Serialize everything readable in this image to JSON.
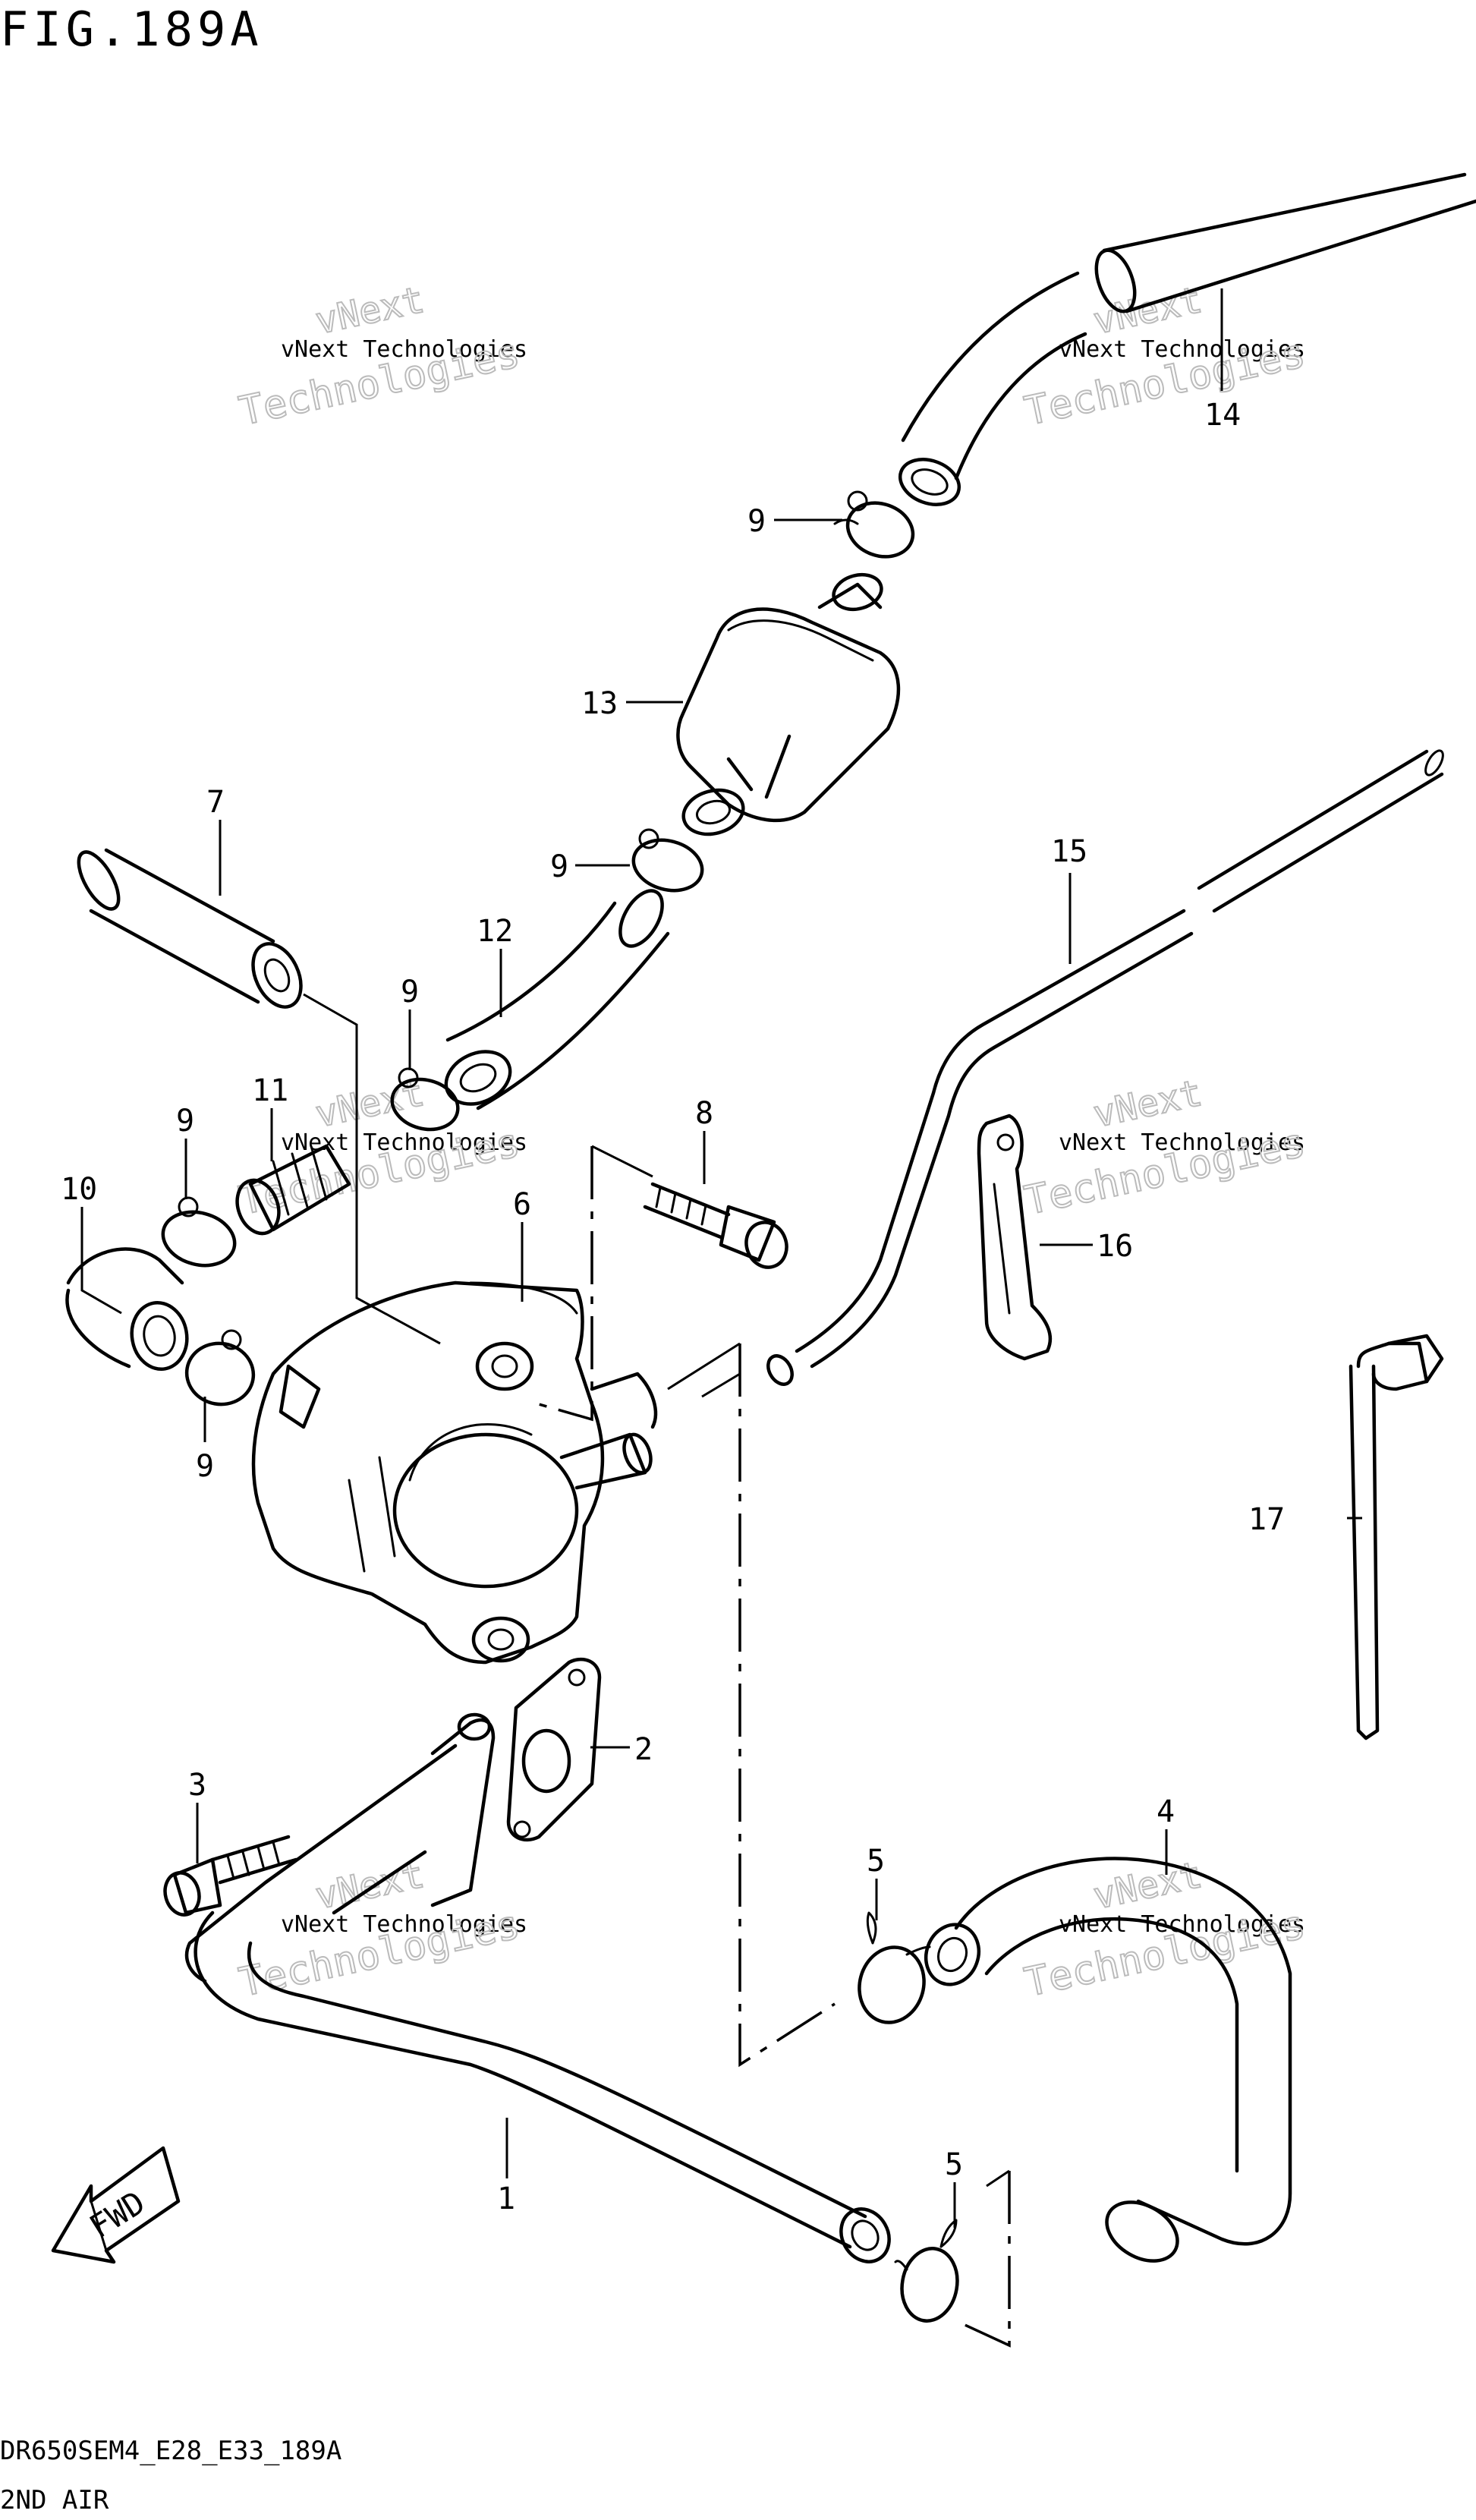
{
  "figure": {
    "title": "FIG.189A",
    "drawing_code": "DR650SEM4_E28_E33_189A",
    "section_name": "2ND AIR",
    "fwd_label": "FWD"
  },
  "watermark": {
    "line1": "vNext Technologies",
    "line2": "vNext",
    "line3": "Technologies"
  },
  "callouts": [
    {
      "id": "c14",
      "label": "14"
    },
    {
      "id": "c9a",
      "label": "9"
    },
    {
      "id": "c13",
      "label": "13"
    },
    {
      "id": "c7",
      "label": "7"
    },
    {
      "id": "c9b",
      "label": "9"
    },
    {
      "id": "c12",
      "label": "12"
    },
    {
      "id": "c15",
      "label": "15"
    },
    {
      "id": "c9c",
      "label": "9"
    },
    {
      "id": "c11",
      "label": "11"
    },
    {
      "id": "c9d",
      "label": "9"
    },
    {
      "id": "c10",
      "label": "10"
    },
    {
      "id": "c8",
      "label": "8"
    },
    {
      "id": "c6",
      "label": "6"
    },
    {
      "id": "c16",
      "label": "16"
    },
    {
      "id": "c9e",
      "label": "9"
    },
    {
      "id": "c17",
      "label": "17"
    },
    {
      "id": "c2",
      "label": "2"
    },
    {
      "id": "c3",
      "label": "3"
    },
    {
      "id": "c4",
      "label": "4"
    },
    {
      "id": "c5a",
      "label": "5"
    },
    {
      "id": "c1",
      "label": "1"
    },
    {
      "id": "c5b",
      "label": "5"
    }
  ]
}
